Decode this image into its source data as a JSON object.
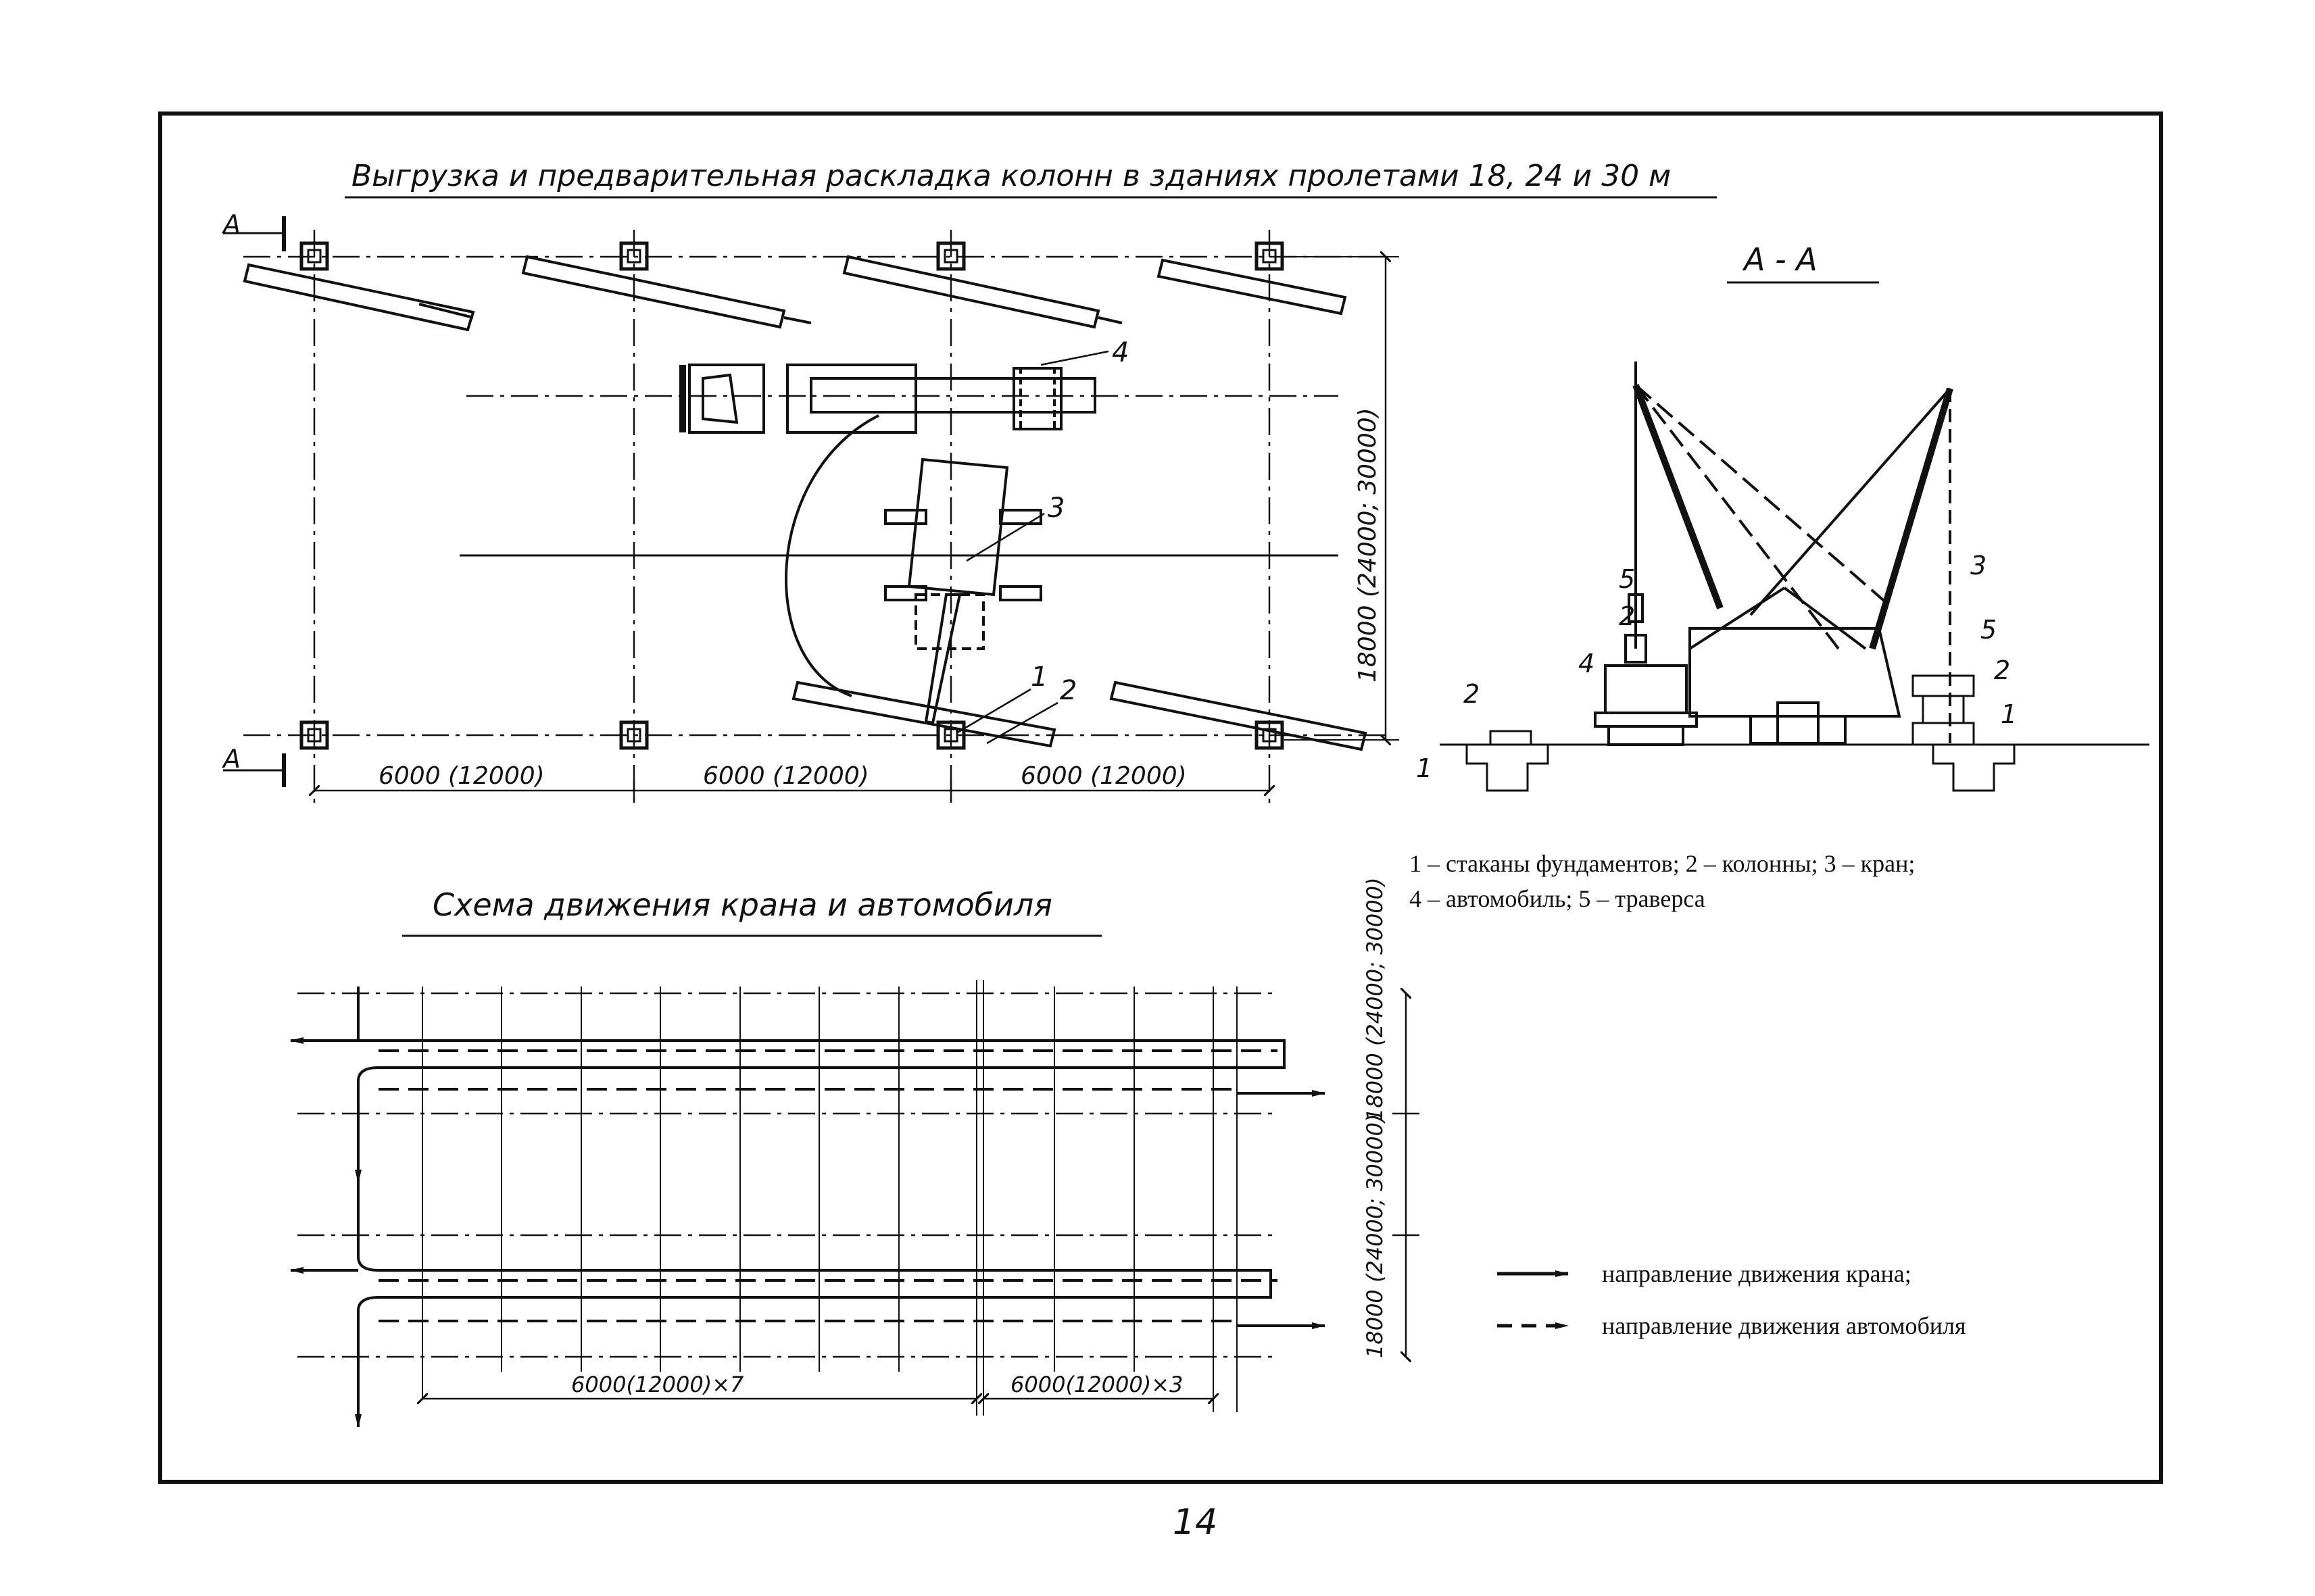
{
  "title_main": "Выгрузка и предварительная раскладка колонн в зданиях пролетами 18, 24 и 30 м",
  "title_section": "А - А",
  "title_scheme": "Схема движения крана и автомобиля",
  "section_mark": "А",
  "plan_dims": {
    "bay_1": "6000 (12000)",
    "bay_2": "6000 (12000)",
    "bay_3": "6000 (12000)",
    "span": "18000 (24000; 30000)"
  },
  "callouts": {
    "n1": "1",
    "n2": "2",
    "n3": "3",
    "n4": "4",
    "n5": "5"
  },
  "legend_items": [
    "1 – стаканы фундаментов; 2 – колонны; 3 – кран;",
    "4 – автомобиль; 5 – траверса"
  ],
  "scheme_dims": {
    "bays_left": "6000(12000)×7",
    "bays_right": "6000(12000)×3",
    "span_top": "18000 (24000; 30000)",
    "span_bottom": "18000 (24000; 30000)"
  },
  "motion_legend": {
    "crane": "направление движения крана;",
    "truck": "направление движения автомобиля"
  },
  "page_number": "14",
  "colors": {
    "ink": "#111111",
    "paper": "#ffffff"
  }
}
